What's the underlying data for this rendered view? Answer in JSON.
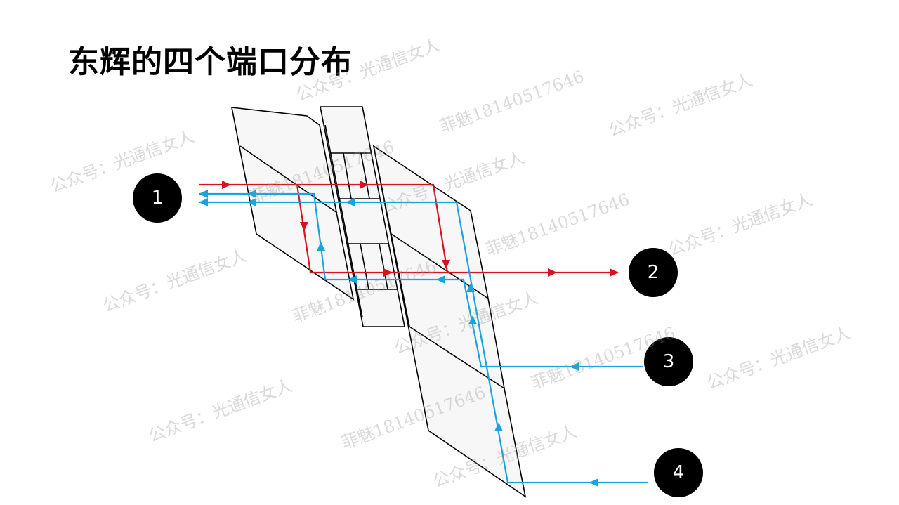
{
  "title": "东辉的四个端口分布",
  "ports": [
    "1",
    "2",
    "3",
    "4"
  ],
  "watermarks": {
    "a": "公众号：光通信女人",
    "b": "菲魅18140517646"
  },
  "colors": {
    "forward": "#d7141e",
    "return": "#1aa3dc"
  }
}
